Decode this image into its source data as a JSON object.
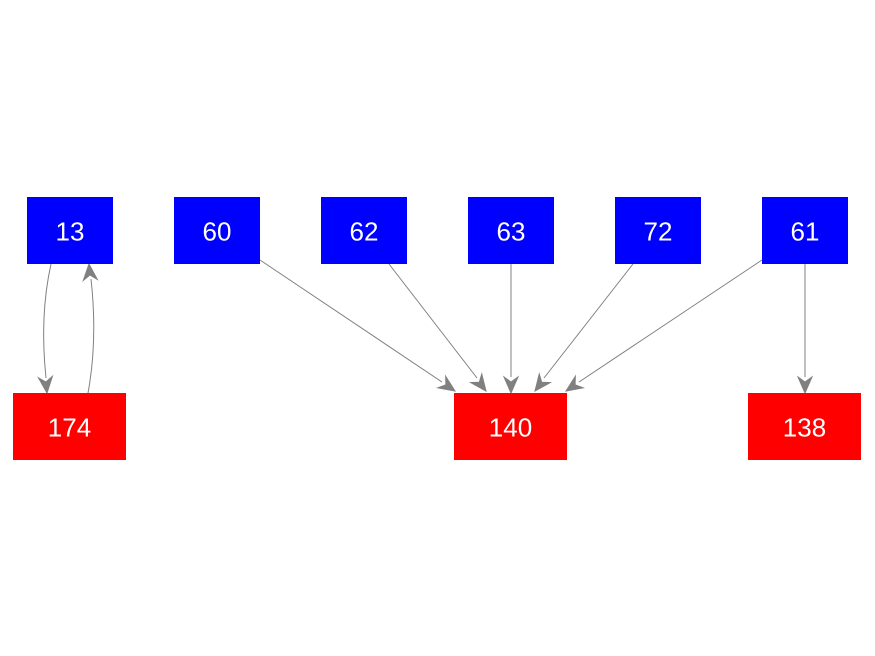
{
  "colors": {
    "source": "#0000ff",
    "target": "#ff0000",
    "edge": "#808080",
    "label": "#ffffff",
    "background": "#ffffff"
  },
  "nodes": [
    {
      "id": "13",
      "label": "13",
      "kind": "source"
    },
    {
      "id": "60",
      "label": "60",
      "kind": "source"
    },
    {
      "id": "62",
      "label": "62",
      "kind": "source"
    },
    {
      "id": "63",
      "label": "63",
      "kind": "source"
    },
    {
      "id": "72",
      "label": "72",
      "kind": "source"
    },
    {
      "id": "61",
      "label": "61",
      "kind": "source"
    },
    {
      "id": "174",
      "label": "174",
      "kind": "target"
    },
    {
      "id": "140",
      "label": "140",
      "kind": "target"
    },
    {
      "id": "138",
      "label": "138",
      "kind": "target"
    }
  ],
  "edges": [
    {
      "from": "13",
      "to": "174"
    },
    {
      "from": "174",
      "to": "13"
    },
    {
      "from": "60",
      "to": "140"
    },
    {
      "from": "62",
      "to": "140"
    },
    {
      "from": "63",
      "to": "140"
    },
    {
      "from": "72",
      "to": "140"
    },
    {
      "from": "61",
      "to": "140"
    },
    {
      "from": "61",
      "to": "138"
    }
  ]
}
